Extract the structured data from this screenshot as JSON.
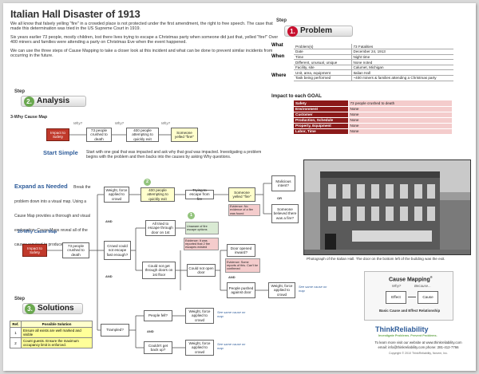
{
  "header": {
    "title": "Italian Hall Disaster of 1913",
    "intro": [
      "We all know that falsely yelling \"fire\" in a crowded place is not protected under the first amendment, the right to free speech. The case that made this determination was tried in the US Supreme Court in 1919.",
      "Six years earlier 73 people, mostly children, lost there lives trying to escape a Christmas party when someone did just that, yelled \"fire!\" Over 400 miners and families were attending a party on Christmas Eve when the event happened.",
      "We can use the three steps of Cause Mapping to take a closer look at this incident and what can be done to prevent similar incidents from occurring in the future."
    ]
  },
  "step1": {
    "label": "Step",
    "number": "1.",
    "title": "Problem"
  },
  "step2": {
    "label": "Step",
    "number": "2.",
    "title": "Analysis"
  },
  "step3": {
    "label": "Step",
    "number": "3.",
    "title": "Solutions"
  },
  "problem": {
    "what": "What",
    "when": "When",
    "where": "Where",
    "rows": [
      {
        "field": "Problem(s)",
        "value": "73 Fatalities"
      },
      {
        "field": "Date",
        "value": "December 24, 1913"
      },
      {
        "field": "Time",
        "value": "Night time"
      },
      {
        "field": "Different, unusual, unique",
        "value": "None noted"
      },
      {
        "field": "Facility, site",
        "value": "Calumet, Michigan"
      },
      {
        "field": "Unit, area, equipment",
        "value": "Italian Hall"
      },
      {
        "field": "Task being performed",
        "value": "~400 miners & families attending a Christmas party"
      }
    ],
    "impact_title": "Impact to each GOAL",
    "goals": [
      {
        "goal": "Safety",
        "impact": "73 people crushed to death"
      },
      {
        "goal": "Environment",
        "impact": "None"
      },
      {
        "goal": "Customer",
        "impact": "None"
      },
      {
        "goal": "Production, Schedule",
        "impact": "None"
      },
      {
        "goal": "Property, Equipment",
        "impact": "None"
      },
      {
        "goal": "Labor, Time",
        "impact": "None"
      }
    ]
  },
  "analysis": {
    "three_why_title": "3-Why Cause Map",
    "three_why": {
      "impact": "Impact to Safety",
      "b1": "73 people crushed to death",
      "b2": "400 people attempting to quickly exit",
      "b3": "Someone yelled \"fire!\"",
      "why": "Why?"
    },
    "start_simple_title": "Start Simple",
    "start_simple_text": "Start with one goal that was impacted and ask why that goal was impacted. Investigating a problem begins with the problem and then backs into the causes by asking Why questions.",
    "expand_title": "Expand as Needed",
    "expand_text": "Break the problem down into a visual map. Using a Cause Map provides a thorough and visual explanation. Cause Maps reveal all of the causes required to produce the problem.",
    "twenty_why_title": "20-Why Cause Map",
    "map": {
      "impact": "Impact to Safety",
      "crushed": "73 people crushed to death",
      "weight1": "Weight, force applied to crowd",
      "people400": "400 people attempting to quickly exit",
      "escape": "Trying to escape from fire",
      "yelled": "Someone yelled \"fire\"",
      "malicious": "Malicious intent?",
      "evidence_fire": "Evidence: No evidence of a fire was found",
      "believed": "Someone believed there was a fire?",
      "or": "OR",
      "tried": "All tried to escape through door on 1st",
      "unaware": "Unaware of fire escape options",
      "evidence_signs": "Evidence: It was reported that 2 fire escapes existed",
      "could_not_escape": "Crowd could not escape fast enough?",
      "could_not_get": "Could not get through doors on 1st floor",
      "door_opened": "Door opened inward?",
      "evidence_reports": "Evidence: Some reports of this. Can't be confirmed",
      "could_not_open": "Could not open door",
      "pushed": "People pushed against door",
      "weight2": "Weight, force applied to crowd",
      "same_cause": "See same cause on map",
      "trampled": "Trampled?",
      "fell": "People fell?",
      "weight3": "Weight, force applied to crowd",
      "couldnt_get_up": "Couldn't get back up?",
      "weight4": "Weight, force applied to crowd",
      "and": "AND",
      "why": "Why?",
      "num2": "2",
      "num1": "1"
    }
  },
  "photo": {
    "caption": "Photograph of the Italian Hall. The door on the bottom left of the building was the exit."
  },
  "solutions": {
    "headers": [
      "Ref.",
      "Possible Solution"
    ],
    "rows": [
      {
        "ref": "1",
        "solution": "Ensure all exists are well marked and visible"
      },
      {
        "ref": "2",
        "solution": "Count guests. Ensure the maximum occupancy limit is enforced."
      }
    ]
  },
  "logo_box": {
    "title": "Cause Mapping",
    "reg": "®",
    "why": "Why?",
    "because": "Because...",
    "effect": "Effect",
    "cause": "Cause",
    "caption": "Basic Cause and Effect Relationship"
  },
  "brand": {
    "name": "ThinkReliability",
    "tagline": "Investigate Problems. Prevent Problems.",
    "learn": "To learn more visit our website at www.thinkreliability.com",
    "contact": "email: info@thinkreliability.com phone: 281-412-7766",
    "copyright": "Copyright © 2010 ThinkReliability, Novem, Inc."
  },
  "colors": {
    "accent_red": "#c8102e",
    "goal_red": "#8b1a1a",
    "blue": "#2e5c9a",
    "yellow": "#ffffcc",
    "green": "#6aa84f"
  }
}
